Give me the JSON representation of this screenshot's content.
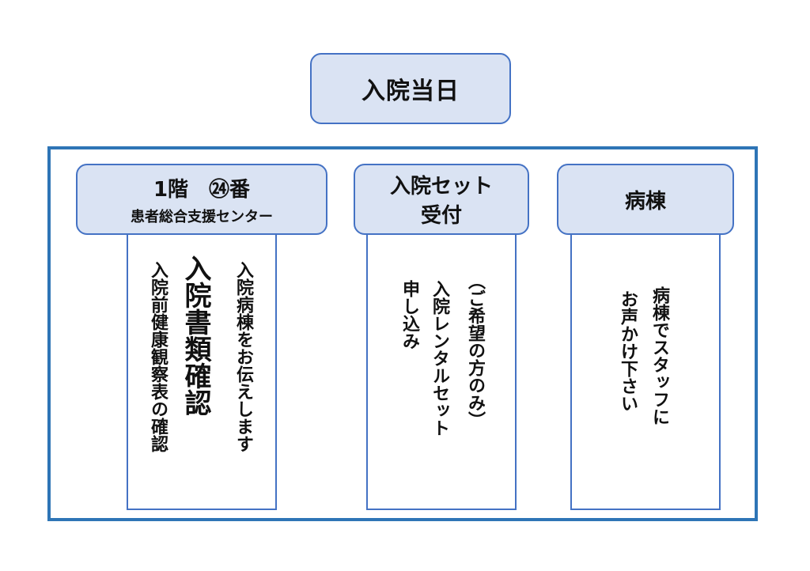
{
  "title": "入院当日",
  "steps": [
    {
      "header_line1": "1階　㉔番",
      "header_line2": "患者総合支援センター",
      "items": [
        "入院病棟をお伝えします",
        "入院書類確認",
        "入院前健康観察表の確認"
      ]
    },
    {
      "header_line1": "入院セット",
      "header_line2": "受付",
      "items": [
        "（ご希望の方のみ）",
        "入院レンタルセット",
        "申し込み"
      ]
    },
    {
      "header_line1": "病棟",
      "items": [
        "病棟でスタッフに",
        "お声かけ下さい"
      ]
    }
  ],
  "colors": {
    "header_fill": "#dae3f3",
    "border": "#4472c4",
    "frame": "#2e75b6"
  }
}
